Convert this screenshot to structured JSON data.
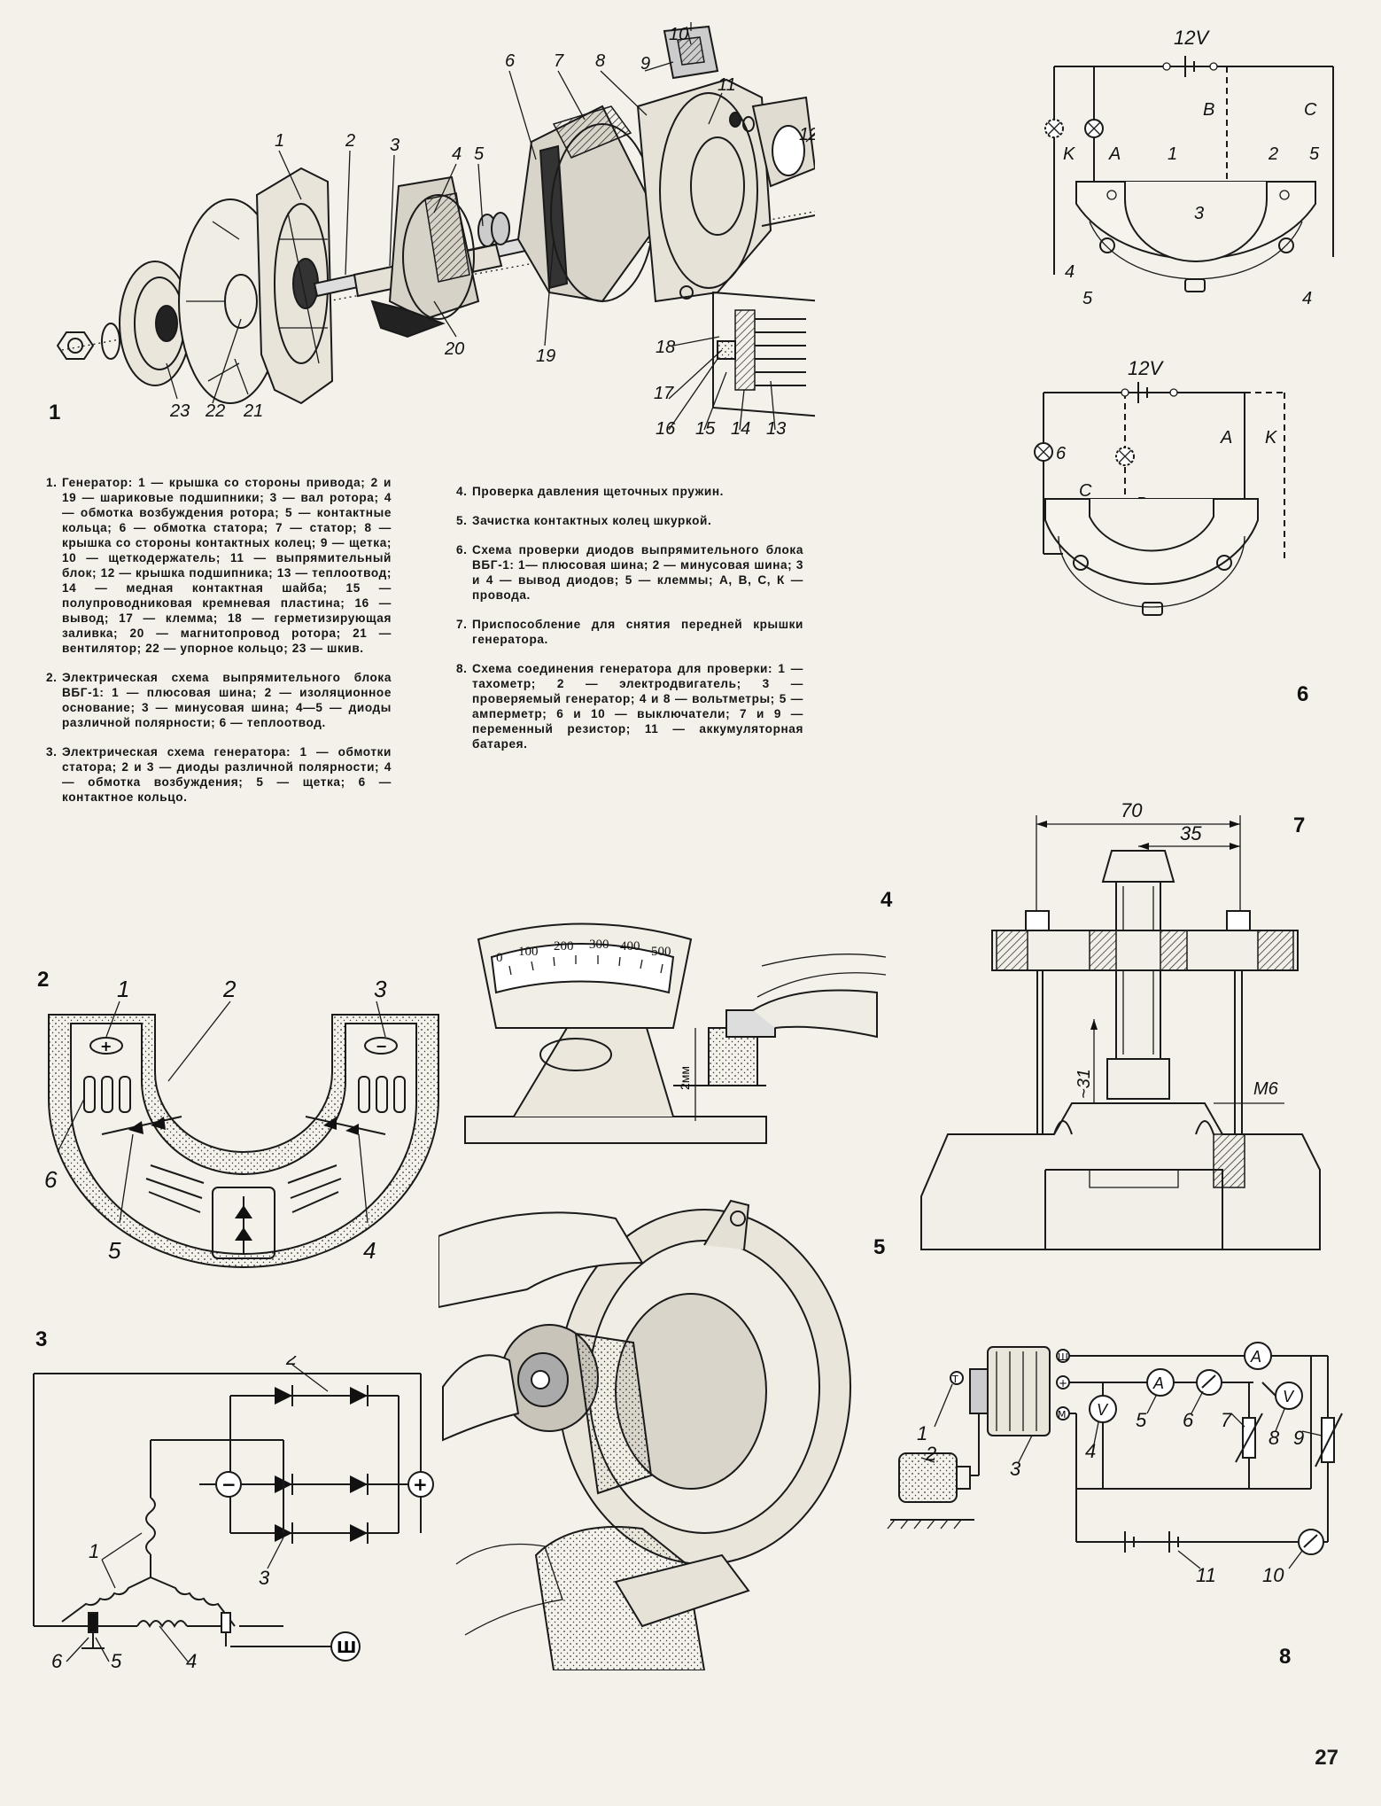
{
  "page_number": "27",
  "figure_numbers": {
    "f1": "1",
    "f2": "2",
    "f3": "3",
    "f4": "4",
    "f5": "5",
    "f6": "6",
    "f7": "7",
    "f8": "8"
  },
  "captions": [
    {
      "num": "1.",
      "text": "Генератор: 1 — крышка со стороны привода; 2 и 19 — шариковые подшипники; 3 — вал ротора; 4 — обмотка возбуждения ротора; 5 — контактные кольца; 6 — обмотка статора; 7 — статор; 8 — крышка со стороны контактных колец; 9 — щетка; 10 — щеткодержатель; 11 — выпрямительный блок; 12 — крышка подшипника; 13 — теплоотвод; 14 — медная контактная шайба; 15 — полупроводниковая кремневая пластина; 16 — вывод; 17 — клемма; 18 — герметизирующая заливка; 20 — магнитопровод ротора; 21 — вентилятор; 22 — упорное кольцо; 23 — шкив."
    },
    {
      "num": "2.",
      "text": "Электрическая схема выпрямительного блока ВБГ-1: 1 — плюсовая шина; 2 — изоляционное основание; 3 — минусовая шина; 4—5 — диоды различной полярности; 6 — теплоотвод."
    },
    {
      "num": "3.",
      "text": "Электрическая схема генератора: 1 — обмотки статора; 2 и 3 — диоды различной полярности; 4 — обмотка возбуждения; 5 — щетка; 6 — контактное кольцо."
    },
    {
      "num": "4.",
      "text": "Проверка давления щеточных пружин."
    },
    {
      "num": "5.",
      "text": "Зачистка контактных колец шкуркой."
    },
    {
      "num": "6.",
      "text": "Схема проверки диодов выпрямительного блока ВБГ-1: 1— плюсовая шина; 2 — минусовая шина; 3 и 4 — вывод диодов; 5 — клеммы; А, В, С, К — провода."
    },
    {
      "num": "7.",
      "text": "Приспособление для снятия передней крышки генератора."
    },
    {
      "num": "8.",
      "text": "Схема соединения генератора для проверки: 1 — тахометр; 2 — электродвигатель; 3 — проверяемый генератор; 4 и 8 — вольтметры; 5 — амперметр; 6 и 10 — выключатели; 7 и 9 — переменный резистор; 11 — аккумуляторная батарея."
    }
  ],
  "fig1": {
    "labels": [
      "1",
      "2",
      "3",
      "4",
      "5",
      "6",
      "7",
      "8",
      "9",
      "10",
      "11",
      "12",
      "13",
      "14",
      "15",
      "16",
      "17",
      "18",
      "19",
      "20",
      "21",
      "22",
      "23"
    ]
  },
  "fig2": {
    "labels": [
      "1",
      "2",
      "3",
      "4",
      "5",
      "6"
    ]
  },
  "fig3": {
    "labels": [
      "1",
      "2",
      "3",
      "4",
      "5",
      "6"
    ],
    "plus": "+",
    "minus": "−",
    "terminal": "Ш"
  },
  "fig4": {
    "scale": [
      "0",
      "100",
      "200",
      "300",
      "400",
      "500"
    ],
    "gap": "2мм"
  },
  "fig6": {
    "voltage": "12V",
    "wires": [
      "A",
      "B",
      "C",
      "K"
    ],
    "labels": [
      "1",
      "2",
      "3",
      "4",
      "5",
      "6"
    ]
  },
  "fig7": {
    "dim_70": "70",
    "dim_35": "35",
    "dim_31": "~31",
    "thread": "М6"
  },
  "fig8": {
    "labels": [
      "1",
      "2",
      "3",
      "4",
      "5",
      "6",
      "7",
      "8",
      "9",
      "10",
      "11"
    ],
    "meters": [
      "V",
      "A",
      "A",
      "V"
    ],
    "terminals": [
      "Т",
      "Ш",
      "+",
      "М"
    ]
  }
}
